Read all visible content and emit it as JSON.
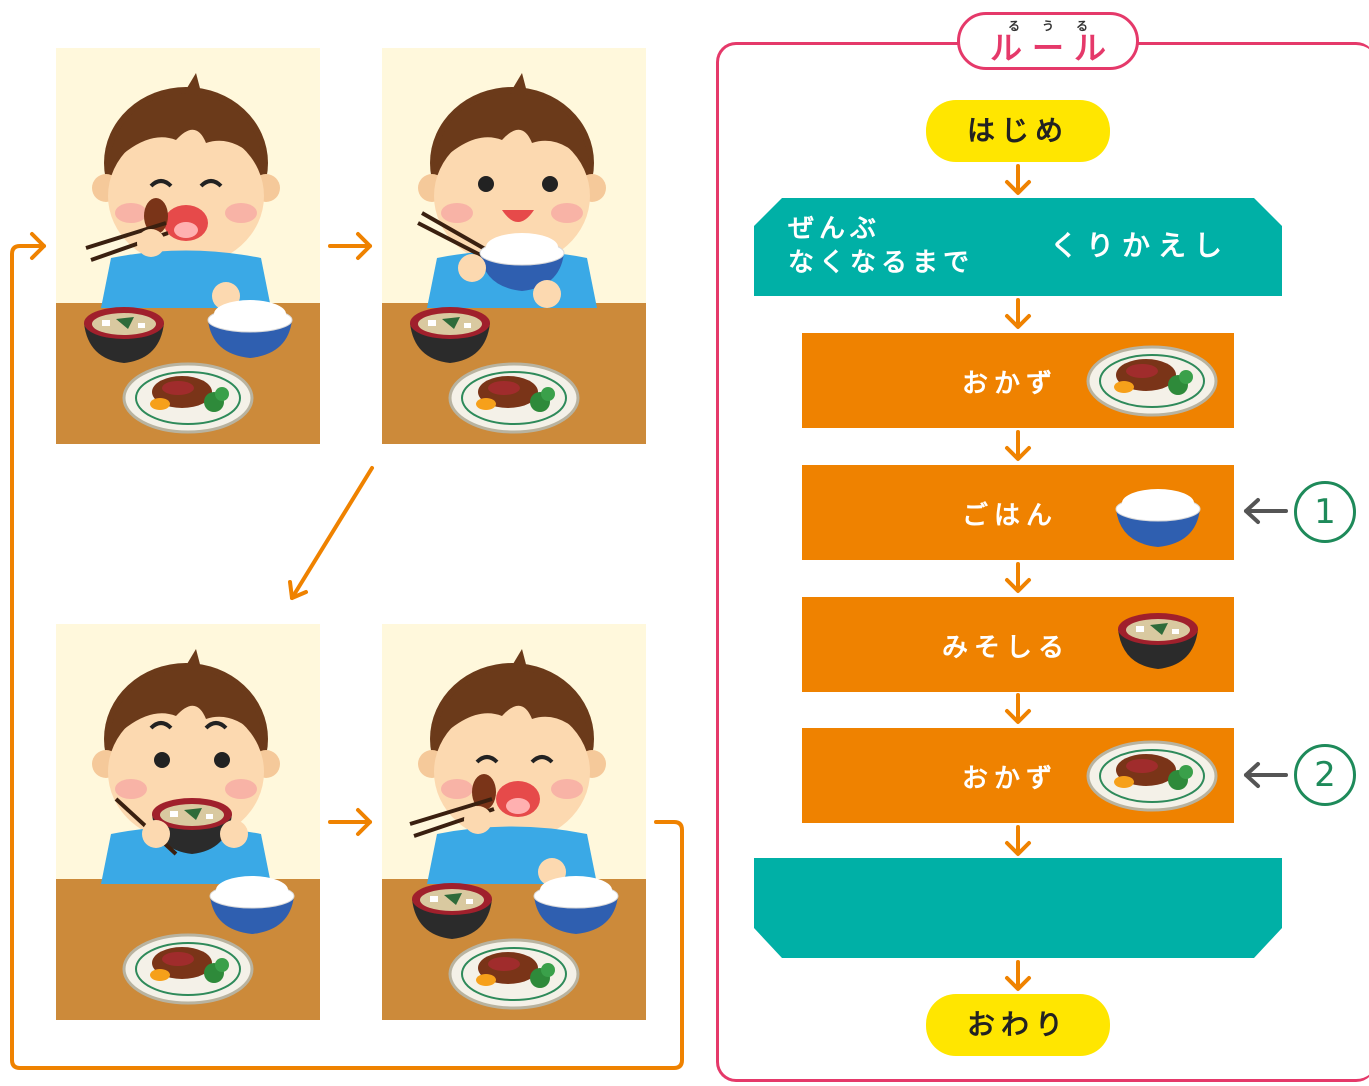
{
  "rule_panel": {
    "title_ruby": "るうる",
    "title": "ルール",
    "start_label": "はじめ",
    "loop_condition_line1": "ぜんぶ",
    "loop_condition_line2": "なくなるまで",
    "loop_action": "くりかえし",
    "steps": [
      {
        "label": "おかず",
        "icon": "hamburger-plate-icon"
      },
      {
        "label": "ごはん",
        "icon": "rice-bowl-icon"
      },
      {
        "label": "みそしる",
        "icon": "miso-soup-icon"
      },
      {
        "label": "おかず",
        "icon": "hamburger-plate-icon"
      }
    ],
    "end_label": "おわり"
  },
  "markers": [
    {
      "number": "1",
      "target_step": "ごはん"
    },
    {
      "number": "2",
      "target_step": "おかず"
    }
  ],
  "panels": [
    {
      "action": "eating okazu"
    },
    {
      "action": "eating rice"
    },
    {
      "action": "drinking miso soup"
    },
    {
      "action": "eating okazu"
    }
  ],
  "colors": {
    "rule_border": "#e5396a",
    "pill": "#ffe600",
    "teal": "#00b0a6",
    "orange": "#ef8200",
    "marker": "#1e8a5a",
    "arrow_orange": "#ef8200"
  }
}
